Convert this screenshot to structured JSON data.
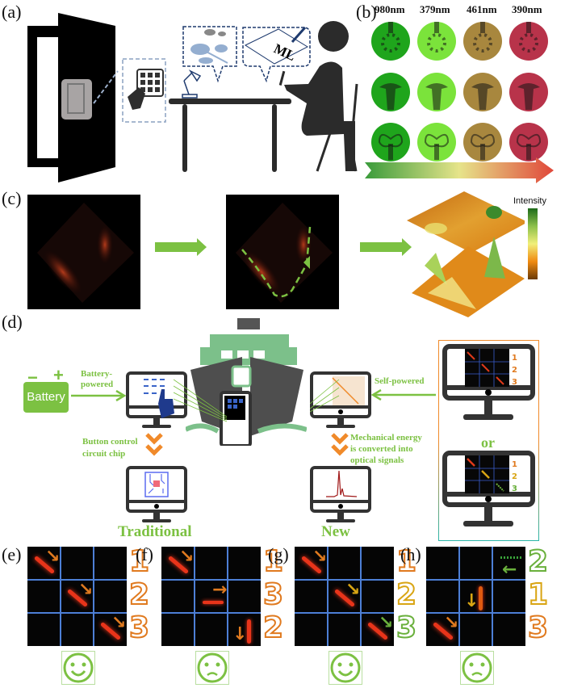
{
  "panels": {
    "a": {
      "label": "(a)",
      "ml_text": "ML"
    },
    "b": {
      "label": "(b)",
      "wavelengths": [
        "980nm",
        "379nm",
        "461nm",
        "390nm"
      ],
      "column_colors": [
        "#1fa51c",
        "#7be33b",
        "#a8873e",
        "#b8334a"
      ],
      "row_patterns": [
        "sun",
        "palm-tree",
        "butterfly"
      ],
      "gradient_arrow": {
        "from": "#3a9b3b",
        "mid": "#e6e48a",
        "to": "#e0473a"
      }
    },
    "c": {
      "label": "(c)",
      "colorbar_label": "Intensity",
      "colorbar_colors": [
        "#1d6a1a",
        "#8cc04a",
        "#f1ef7a",
        "#f08a10",
        "#6a3a06"
      ]
    },
    "d": {
      "label": "(d)",
      "battery_label": "Battery",
      "battery_minus": "−",
      "battery_plus": "+",
      "battery_powered": [
        "Battery-",
        "powered"
      ],
      "button_control": [
        "Button control",
        "circuit chip"
      ],
      "traditional": "Traditional",
      "self_powered": "Self-powered",
      "mechanical": [
        "Mechanical energy",
        "is converted into",
        "optical signals"
      ],
      "new": "New",
      "or": "or"
    },
    "grids": [
      {
        "label": "(e)",
        "digits": [
          "1",
          "2",
          "3"
        ],
        "digit_colors": [
          "#e07a1f",
          "#e07a1f",
          "#e07a1f"
        ],
        "mood": "happy",
        "cells": [
          {
            "r": 0,
            "c": 0,
            "arrow": "↘",
            "color": "#e07a1f"
          },
          {
            "r": 1,
            "c": 1,
            "arrow": "↘",
            "color": "#e07a1f"
          },
          {
            "r": 2,
            "c": 2,
            "arrow": "↘",
            "color": "#e07a1f"
          }
        ]
      },
      {
        "label": "(f)",
        "digits": [
          "1",
          "3",
          "2"
        ],
        "digit_colors": [
          "#e07a1f",
          "#e07a1f",
          "#e07a1f"
        ],
        "mood": "sad",
        "cells": [
          {
            "r": 0,
            "c": 0,
            "arrow": "↘",
            "color": "#e07a1f"
          },
          {
            "r": 1,
            "c": 1,
            "arrow": "→",
            "color": "#e07a1f"
          },
          {
            "r": 2,
            "c": 2,
            "arrow": "↓",
            "color": "#e07a1f"
          }
        ]
      },
      {
        "label": "(g)",
        "digits": [
          "1",
          "2",
          "3"
        ],
        "digit_colors": [
          "#e07a1f",
          "#d9a514",
          "#6ab03c"
        ],
        "mood": "happy",
        "cells": [
          {
            "r": 0,
            "c": 0,
            "arrow": "↘",
            "color": "#e07a1f"
          },
          {
            "r": 1,
            "c": 1,
            "arrow": "↘",
            "color": "#d9a514"
          },
          {
            "r": 2,
            "c": 2,
            "arrow": "↘",
            "color": "#6ab03c"
          }
        ]
      },
      {
        "label": "(h)",
        "digits": [
          "2",
          "1",
          "3"
        ],
        "digit_colors": [
          "#6ab03c",
          "#d9a514",
          "#e07a1f"
        ],
        "mood": "sad",
        "cells": [
          {
            "r": 0,
            "c": 2,
            "arrow": "←",
            "color": "#6ab03c"
          },
          {
            "r": 1,
            "c": 1,
            "arrow": "↓",
            "color": "#d9a514"
          },
          {
            "r": 2,
            "c": 0,
            "arrow": "↘",
            "color": "#e07a1f"
          }
        ]
      }
    ]
  }
}
